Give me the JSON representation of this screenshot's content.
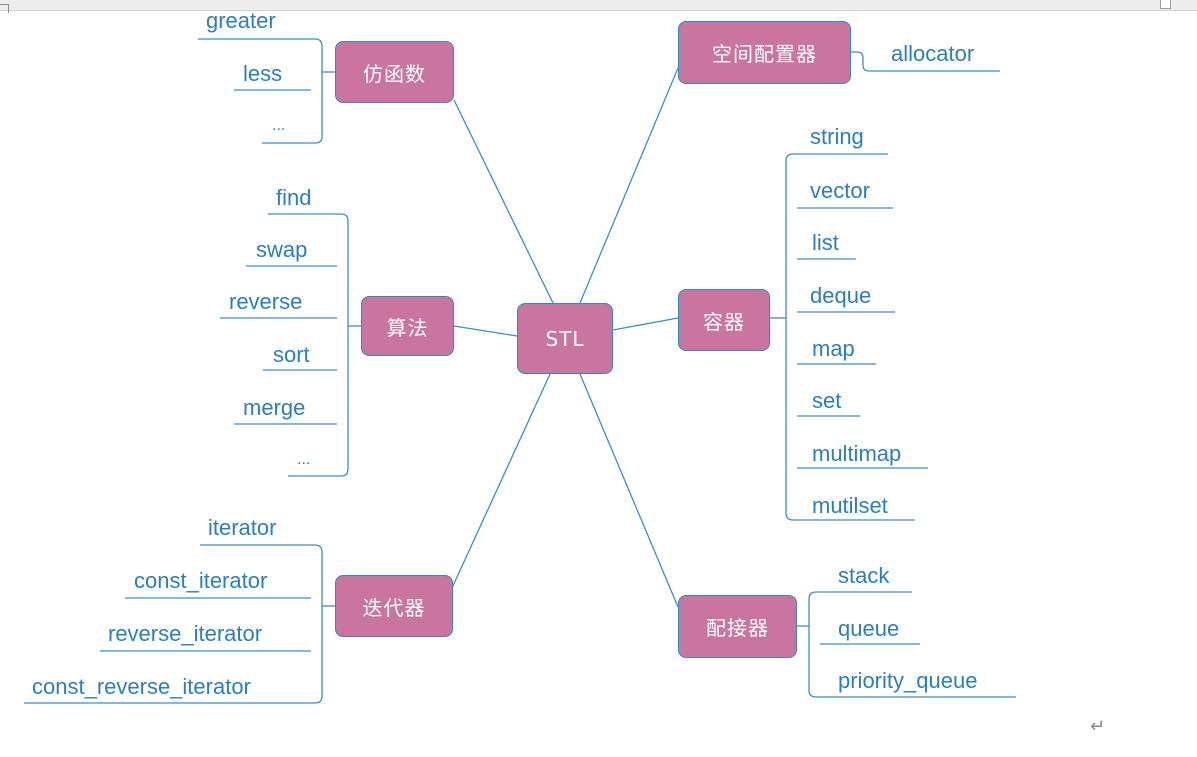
{
  "center": "STL",
  "branches": {
    "functors": {
      "label": "仿函数",
      "items": [
        "greater",
        "less",
        "..."
      ]
    },
    "algorithms": {
      "label": "算法",
      "items": [
        "find",
        "swap",
        "reverse",
        "sort",
        "merge",
        "..."
      ]
    },
    "iterators": {
      "label": "迭代器",
      "items": [
        "iterator",
        "const_iterator",
        "reverse_iterator",
        "const_reverse_iterator"
      ]
    },
    "allocators": {
      "label": "空间配置器",
      "items": [
        "allocator"
      ]
    },
    "containers": {
      "label": "容器",
      "items": [
        "string",
        "vector",
        "list",
        "deque",
        "map",
        "set",
        "multimap",
        "mutilset"
      ]
    },
    "adapters": {
      "label": "配接器",
      "items": [
        "stack",
        "queue",
        "priority_queue"
      ]
    }
  },
  "colors": {
    "node_fill": "#c9759f",
    "node_border": "#2e8cc4",
    "line": "#2c7fb8",
    "text": "#2c7fb8"
  },
  "end_mark": "↵"
}
